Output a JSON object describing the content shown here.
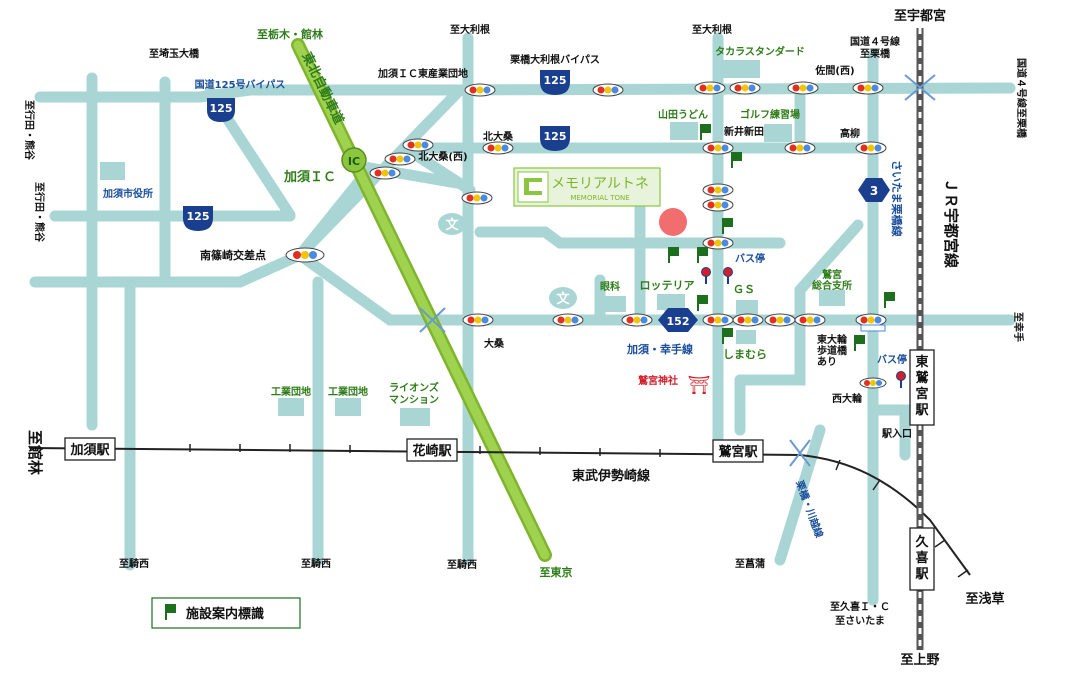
{
  "map": {
    "directions": {
      "utsunomiya": "至宇都宮",
      "tochigi_tatebayashi": "至栃木・館林",
      "sainama_ohashi": "至埼玉大橋",
      "ohtone_1": "至大利根",
      "ohtone_2": "至大利根",
      "kuriyama_route4": "国道４号線\n至栗橋",
      "gyoda_kumagaya_1": "至行田・熊谷",
      "gyoda_kumagaya_2": "至行田・熊谷",
      "route4_kurihashi_right": "国道４号線至栗橋",
      "satte": "至幸手",
      "tatebayashi": "至館林",
      "kisai_1": "至騎西",
      "kisai_2": "至騎西",
      "kisai_3": "至騎西",
      "tokyo": "至東京",
      "shobu": "至菖蒲",
      "kuki_ic": "至久喜Ｉ・Ｃ",
      "saitama_kuki": "至さいたま",
      "asakusa": "至浅草",
      "ueno": "至上野"
    },
    "roads": {
      "route125_bypass": "国道125号バイパス",
      "kurihashi_ohtone_bypass": "栗橋大利根バイパス",
      "tohoku_expressway": "東北自動車道",
      "kazo_ic": "加須ＩＣ",
      "ic_badge": "IC",
      "saitama_kurihashi": "さいたま栗橋線",
      "kazo_satte": "加須・幸手線",
      "kurihashi_kawagoe": "栗橋・川越線",
      "route125_a": "125",
      "route125_b": "125",
      "route125_c": "125",
      "route125_d": "125",
      "route3": "3",
      "route152": "152"
    },
    "places": {
      "kazo_ic_industrial": "加須ＩＣ東産業団地",
      "kitaosaku": "北大桑",
      "kitaosaku_west": "北大桑(西)",
      "minamishinozaki": "南篠崎交差点",
      "kazo_city_office": "加須市役所",
      "yamada_udon": "山田うどん",
      "takara_standard": "タカラスタンダード",
      "golf": "ゴルフ練習場",
      "araishinden": "新井新田",
      "sakuma_west": "佐間(西)",
      "takayanagi": "高柳",
      "ganka": "眼科",
      "lotteria": "ロッテリア",
      "gs": "ＧＳ",
      "bus_stop_1": "バス停",
      "bus_stop_2": "バス停",
      "washinomiya_branch": "鷲宮\n総合支所",
      "osaku": "大桑",
      "shimamura": "しまむら",
      "washinomiya_shrine": "鷲宮神社",
      "higashi_owa": "東大輪\n歩道橋\nあり",
      "nishi_owa": "西大輪",
      "station_entrance": "駅入口",
      "industrial_1": "工業団地",
      "industrial_2": "工業団地",
      "lions_mansion": "ライオンズ\nマンション",
      "school_1": "文",
      "school_2": "文",
      "shrine_mark": "⛩"
    },
    "railways": {
      "tobu_isesaki": "東武伊勢崎線",
      "jr_utsunomiya": "ＪＲ宇都宮線"
    },
    "stations": {
      "kazo": "加須駅",
      "hanasaki": "花崎駅",
      "washinomiya": "鷲宮駅",
      "higashi_washinomiya": "東鷲宮駅",
      "kuki": "久喜駅"
    },
    "memorial_tone": {
      "name_jp": "メモリアルトネ",
      "name_en": "MEMORIAL TONE"
    },
    "legend": {
      "sign_label": "施設案内標識"
    },
    "colors": {
      "road": "#a9d5d5",
      "expressway": "#8cc63f",
      "route_shield": "#1b3f8f",
      "station_box_border": "#222222",
      "target_marker": "#f26d6d",
      "sign_flag": "#1d6f1d"
    }
  }
}
